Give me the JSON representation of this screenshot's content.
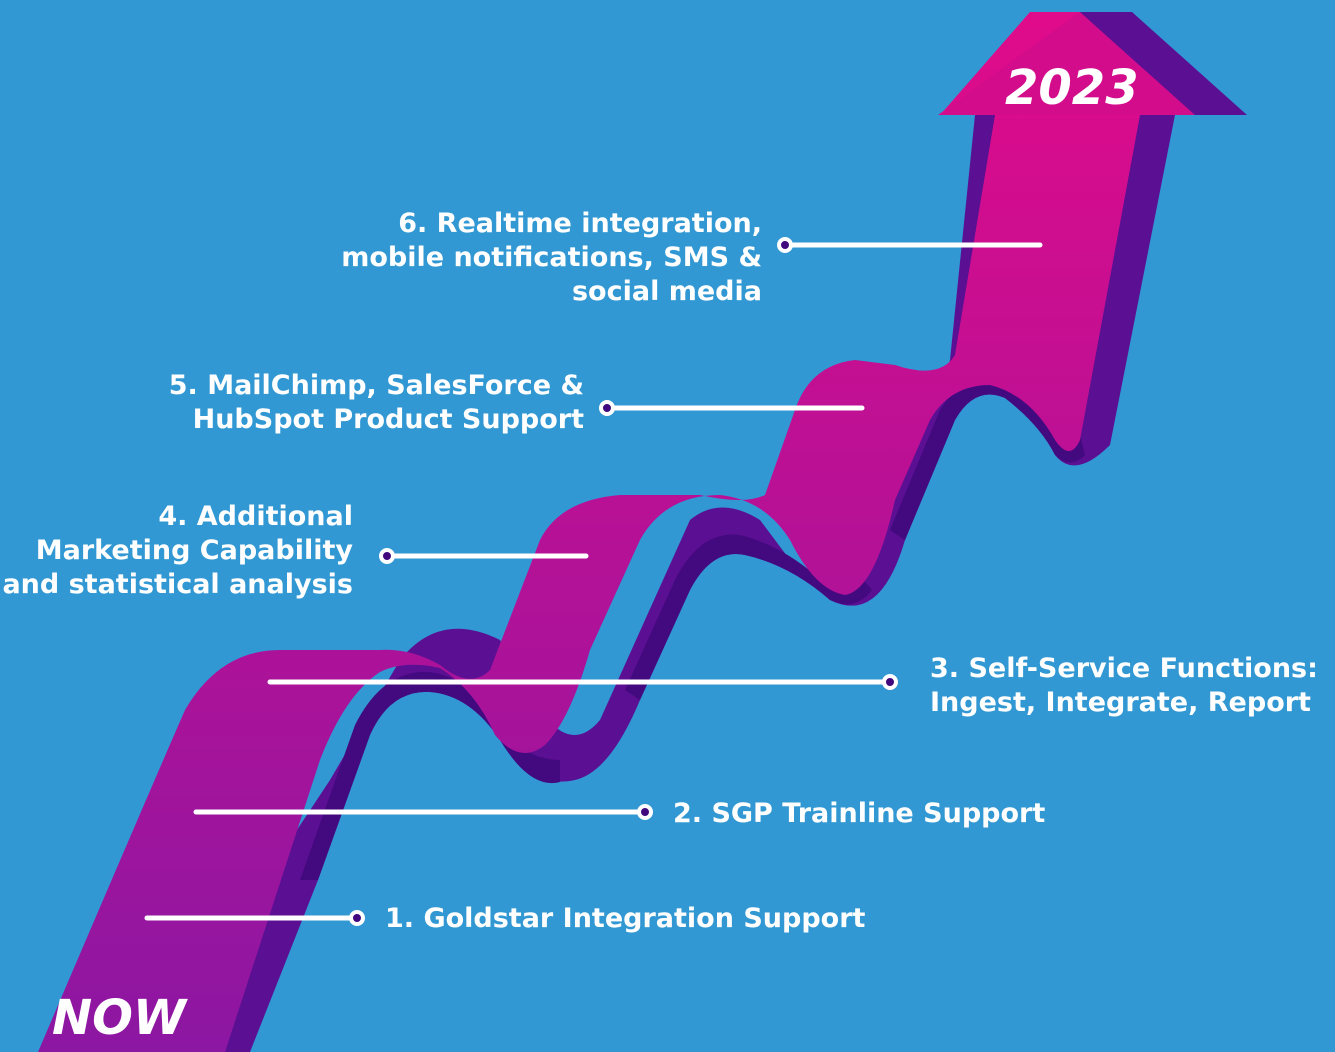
{
  "colors": {
    "background": "#3198d3",
    "ribbon_front": "#d80c8c",
    "ribbon_front_dark": "#8a16a0",
    "ribbon_side": "#5a0f93",
    "ribbon_shadow": "#40097e",
    "connector": "#ffffff",
    "text": "#ffffff"
  },
  "start_label": "NOW",
  "end_label": "2023",
  "milestones": [
    {
      "lines": [
        "1. Goldstar Integration Support"
      ]
    },
    {
      "lines": [
        "2. SGP Trainline Support"
      ]
    },
    {
      "lines": [
        "3. Self-Service Functions:",
        "Ingest, Integrate, Report"
      ]
    },
    {
      "lines": [
        "4. Additional",
        "Marketing Capability",
        "and statistical analysis"
      ]
    },
    {
      "lines": [
        "5. MailChimp, SalesForce &",
        "HubSpot Product Support"
      ]
    },
    {
      "lines": [
        "6. Realtime integration,",
        "mobile notifications, SMS &",
        "social media"
      ]
    }
  ]
}
